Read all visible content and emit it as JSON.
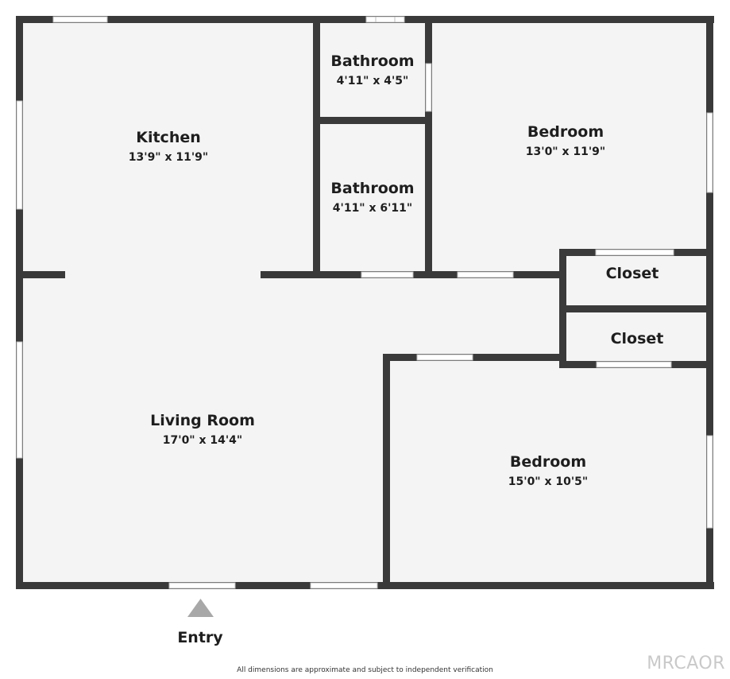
{
  "rooms": {
    "kitchen": {
      "name": "Kitchen",
      "dims": "13'9\" x 11'9\""
    },
    "bathroom_top": {
      "name": "Bathroom",
      "dims": "4'11\" x 4'5\""
    },
    "bathroom_mid": {
      "name": "Bathroom",
      "dims": "4'11\" x 6'11\""
    },
    "bedroom_top": {
      "name": "Bedroom",
      "dims": "13'0\" x 11'9\""
    },
    "closet_top": {
      "name": "Closet"
    },
    "closet_bottom": {
      "name": "Closet"
    },
    "living_room": {
      "name": "Living Room",
      "dims": "17'0\" x 14'4\""
    },
    "bedroom_bottom": {
      "name": "Bedroom",
      "dims": "15'0\" x 10'5\""
    }
  },
  "entry": {
    "label": "Entry"
  },
  "footer": {
    "disclaimer": "All dimensions are approximate and subject to independent verification"
  },
  "watermark": {
    "text": "MRCAOR"
  },
  "colors": {
    "wall": "#3a3a3a",
    "floor": "#f4f4f4",
    "window": "#ffffff",
    "entry_arrow": "#a8a8a8"
  }
}
